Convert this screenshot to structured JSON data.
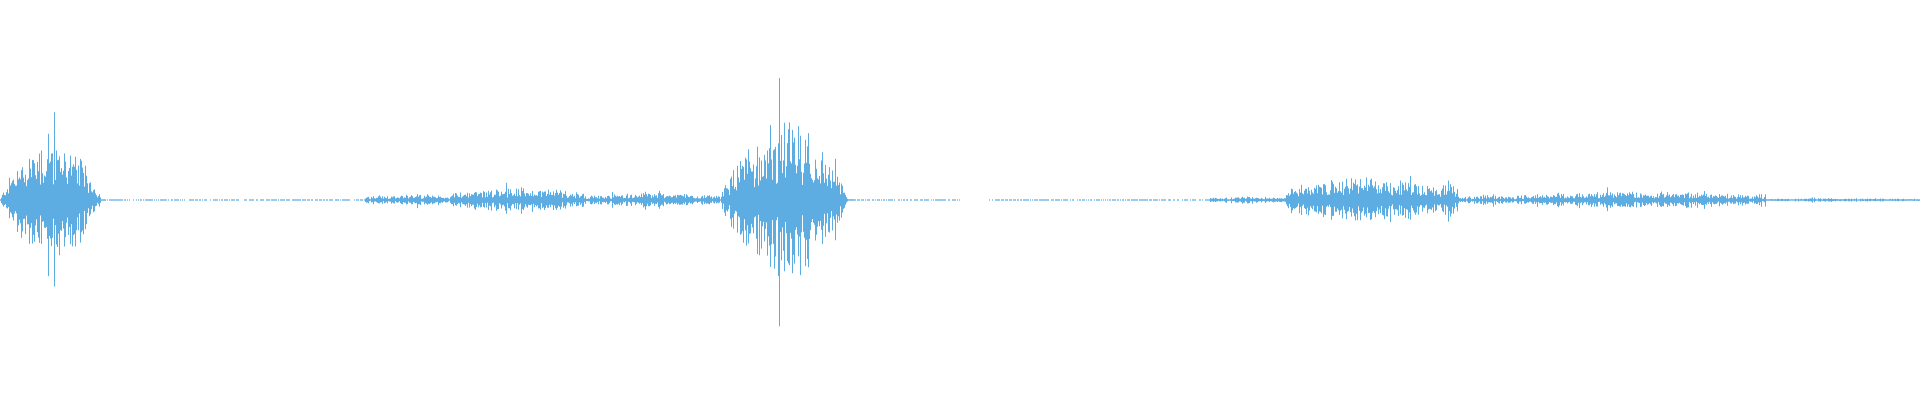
{
  "waveform": {
    "color": "#5DADE2",
    "background": "#ffffff",
    "baseline_level": 0.0,
    "segments": [
      {
        "start": 0.0,
        "end": 0.055,
        "peak": 0.34,
        "kind": "burst"
      },
      {
        "start": 0.055,
        "end": 0.14,
        "peak": 0.004,
        "kind": "dots"
      },
      {
        "start": 0.14,
        "end": 0.19,
        "peak": 0.006,
        "kind": "dots"
      },
      {
        "start": 0.19,
        "end": 0.235,
        "peak": 0.03,
        "kind": "low"
      },
      {
        "start": 0.235,
        "end": 0.305,
        "peak": 0.07,
        "kind": "medium"
      },
      {
        "start": 0.305,
        "end": 0.375,
        "peak": 0.04,
        "kind": "low"
      },
      {
        "start": 0.375,
        "end": 0.445,
        "peak": 0.42,
        "kind": "burst"
      },
      {
        "start": 0.445,
        "end": 0.5,
        "peak": 0.005,
        "kind": "dots"
      },
      {
        "start": 0.515,
        "end": 0.63,
        "peak": 0.006,
        "kind": "dots"
      },
      {
        "start": 0.63,
        "end": 0.67,
        "peak": 0.02,
        "kind": "low"
      },
      {
        "start": 0.67,
        "end": 0.76,
        "peak": 0.12,
        "kind": "medium"
      },
      {
        "start": 0.76,
        "end": 0.79,
        "peak": 0.025,
        "kind": "low"
      },
      {
        "start": 0.79,
        "end": 0.92,
        "peak": 0.045,
        "kind": "low"
      },
      {
        "start": 0.92,
        "end": 1.0,
        "peak": 0.01,
        "kind": "low"
      }
    ]
  }
}
